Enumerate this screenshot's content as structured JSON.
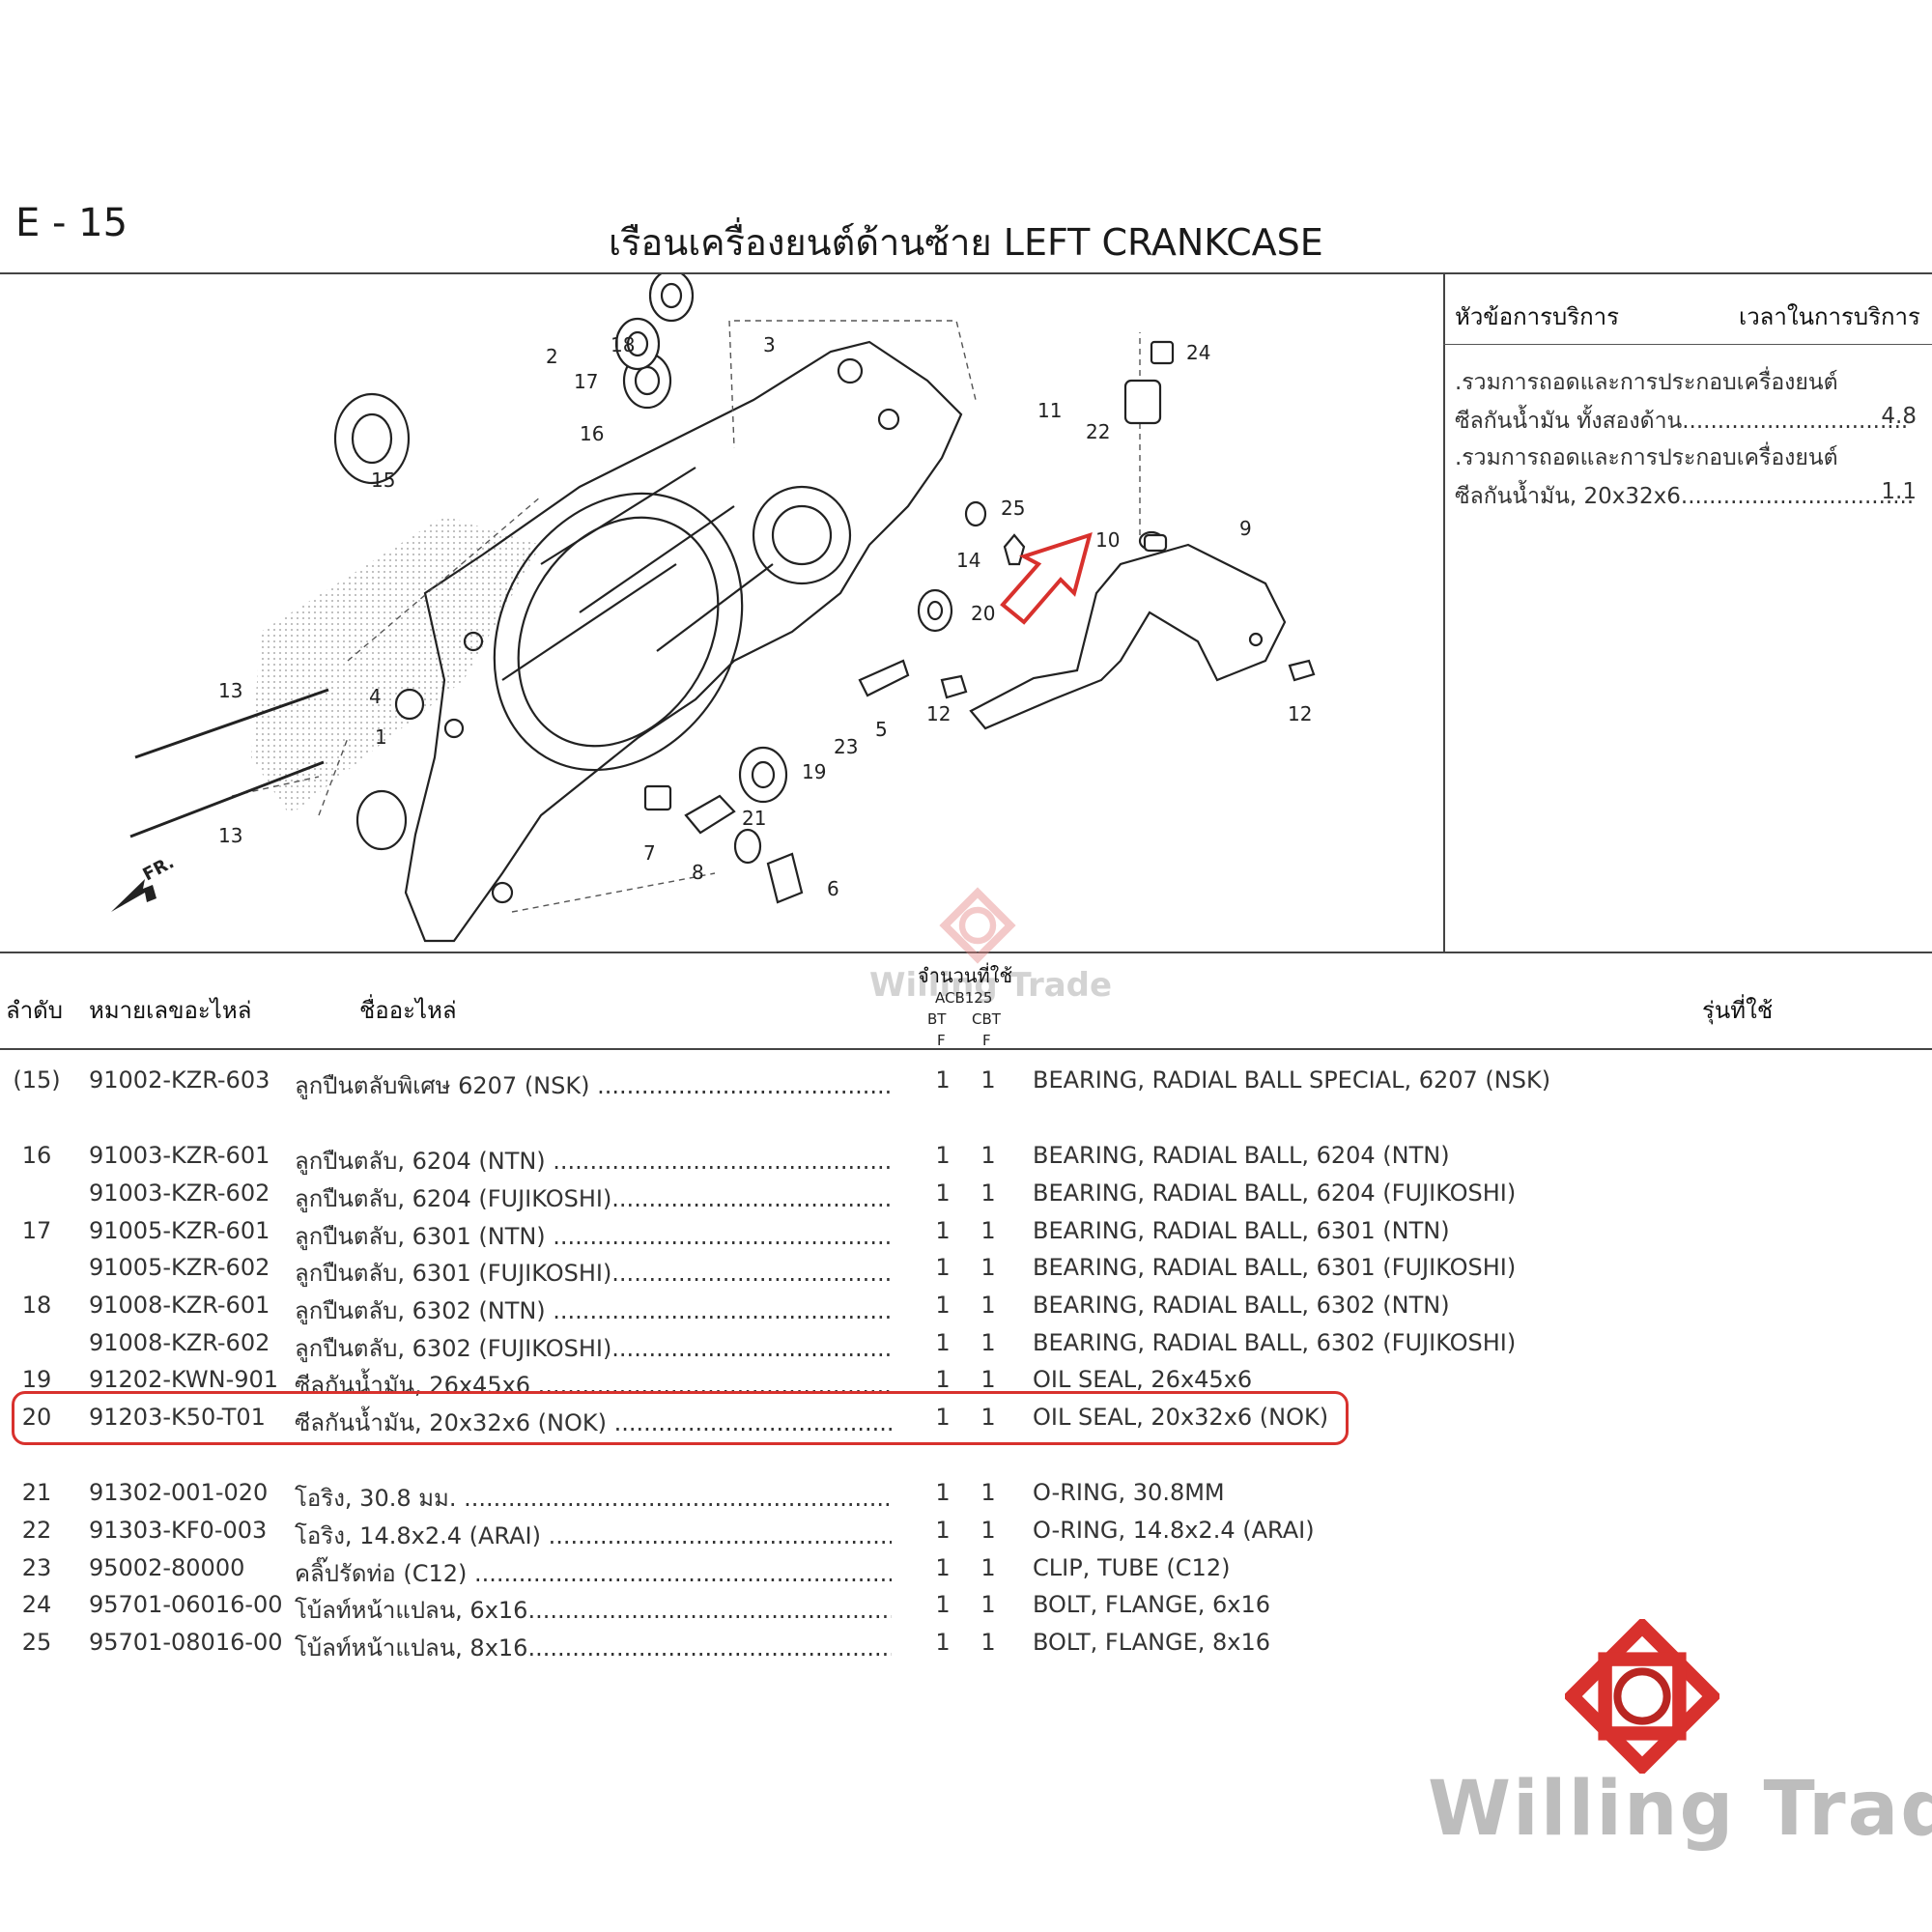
{
  "header": {
    "page_code": "E - 15",
    "title": "เรือนเครื่องยนต์ด้านซ้าย  LEFT CRANKCASE"
  },
  "service": {
    "topic_label": "หัวข้อการบริการ",
    "time_label": "เวลาในการบริการ",
    "lines": [
      {
        "text": ".รวมการถอดและการประกอบเครื่องยนต์",
        "value": ""
      },
      {
        "text": "ซีลกันน้ำมัน ทั้งสองด้าน................................",
        "value": "4.8"
      },
      {
        "text": ".รวมการถอดและการประกอบเครื่องยนต์",
        "value": ""
      },
      {
        "text": "ซีลกันน้ำมัน, 20x32x6.................................",
        "value": "1.1"
      }
    ]
  },
  "diagram": {
    "callouts": [
      "1",
      "2",
      "3",
      "4",
      "5",
      "6",
      "7",
      "8",
      "9",
      "10",
      "11",
      "12",
      "12",
      "13",
      "13",
      "14",
      "15",
      "16",
      "17",
      "18",
      "19",
      "20",
      "21",
      "22",
      "23",
      "24",
      "25"
    ],
    "direction_label": "FR."
  },
  "table": {
    "headers": {
      "no": "ลำดับ",
      "part": "หมายเลขอะไหล่",
      "name": "ชื่ออะไหล่",
      "qty": "จำนวนที่ใช้",
      "model": "ACB125",
      "q1a": "BT",
      "q1b": "F",
      "q2a": "CBT",
      "q2b": "F",
      "used": "รุ่นที่ใช้"
    },
    "rows": [
      {
        "no": "(15)",
        "part": "91002-KZR-603",
        "name": "ลูกปืนตลับพิเศษ 6207 (NSK) .................................................",
        "q1": "1",
        "q2": "1",
        "en": "BEARING, RADIAL BALL SPECIAL,  6207 (NSK)"
      },
      {
        "no": "16",
        "part": "91003-KZR-601",
        "name": "ลูกปืนตลับ, 6204 (NTN) ........................................................",
        "q1": "1",
        "q2": "1",
        "en": "BEARING, RADIAL BALL, 6204 (NTN)"
      },
      {
        "no": "",
        "part": "91003-KZR-602",
        "name": "ลูกปืนตลับ, 6204 (FUJIKOSHI).............................................",
        "q1": "1",
        "q2": "1",
        "en": "BEARING, RADIAL BALL, 6204 (FUJIKOSHI)"
      },
      {
        "no": "17",
        "part": "91005-KZR-601",
        "name": "ลูกปืนตลับ, 6301 (NTN) ........................................................",
        "q1": "1",
        "q2": "1",
        "en": "BEARING, RADIAL BALL, 6301 (NTN)"
      },
      {
        "no": "",
        "part": "91005-KZR-602",
        "name": "ลูกปืนตลับ, 6301 (FUJIKOSHI).............................................",
        "q1": "1",
        "q2": "1",
        "en": "BEARING, RADIAL BALL, 6301 (FUJIKOSHI)"
      },
      {
        "no": "18",
        "part": "91008-KZR-601",
        "name": "ลูกปืนตลับ, 6302 (NTN) ........................................................",
        "q1": "1",
        "q2": "1",
        "en": "BEARING, RADIAL BALL, 6302 (NTN)"
      },
      {
        "no": "",
        "part": "91008-KZR-602",
        "name": "ลูกปืนตลับ, 6302 (FUJIKOSHI).............................................",
        "q1": "1",
        "q2": "1",
        "en": "BEARING, RADIAL BALL, 6302 (FUJIKOSHI)"
      },
      {
        "no": "19",
        "part": "91202-KWN-901",
        "name": "ซีลกันน้ำมัน, 26x45x6 ........................................................",
        "q1": "1",
        "q2": "1",
        "en": "OIL SEAL, 26x45x6"
      },
      {
        "no": "20",
        "part": "91203-K50-T01",
        "name": "ซีลกันน้ำมัน, 20x32x6 (NOK) ...............................................",
        "q1": "1",
        "q2": "1",
        "en": "OIL SEAL, 20x32x6 (NOK)"
      },
      {
        "no": "21",
        "part": "91302-001-020",
        "name": "โอริง, 30.8 มม. ...................................................................",
        "q1": "1",
        "q2": "1",
        "en": "O-RING, 30.8MM"
      },
      {
        "no": "22",
        "part": "91303-KF0-003",
        "name": "โอริง, 14.8x2.4 (ARAI) .........................................................",
        "q1": "1",
        "q2": "1",
        "en": "O-RING, 14.8x2.4 (ARAI)"
      },
      {
        "no": "23",
        "part": "95002-80000",
        "name": "คลิ๊ปรัดท่อ (C12) ..................................................................",
        "q1": "1",
        "q2": "1",
        "en": "CLIP, TUBE (C12)"
      },
      {
        "no": "24",
        "part": "95701-06016-00",
        "name": "โบ้ลท์หน้าแปลน, 6x16...........................................................",
        "q1": "1",
        "q2": "1",
        "en": "BOLT, FLANGE, 6x16"
      },
      {
        "no": "25",
        "part": "95701-08016-00",
        "name": "โบ้ลท์หน้าแปลน, 8x16...........................................................",
        "q1": "1",
        "q2": "1",
        "en": "BOLT, FLANGE, 8x16"
      }
    ]
  },
  "branding": {
    "name": "Willing Trade",
    "watermark": "Willing Trade",
    "accent_color": "#d8312d"
  }
}
